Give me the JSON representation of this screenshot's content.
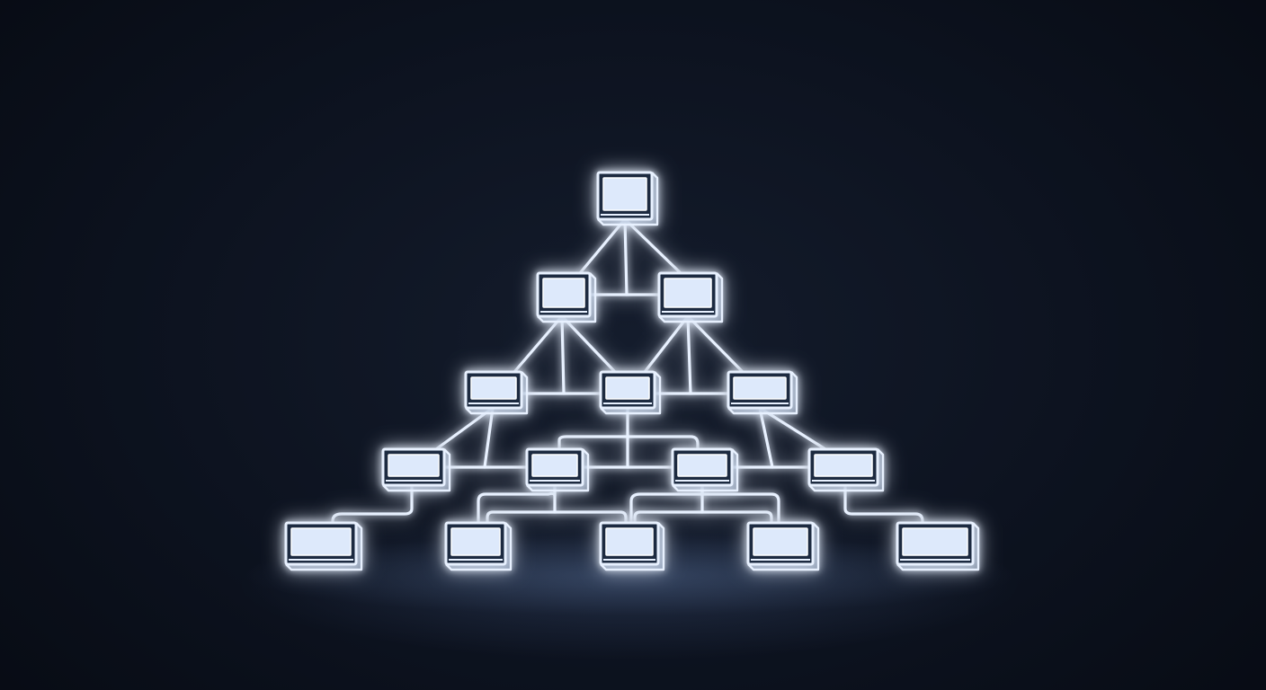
{
  "colors": {
    "background": "#0a0f1a",
    "glow": "#cfe2ff",
    "line": "#e8f1ff",
    "box_fill": "#dde9fb",
    "box_side": "#9fb6d6"
  },
  "diagram": {
    "type": "hierarchy-network",
    "levels": [
      1,
      2,
      3,
      4,
      5
    ],
    "node_count": 15
  }
}
